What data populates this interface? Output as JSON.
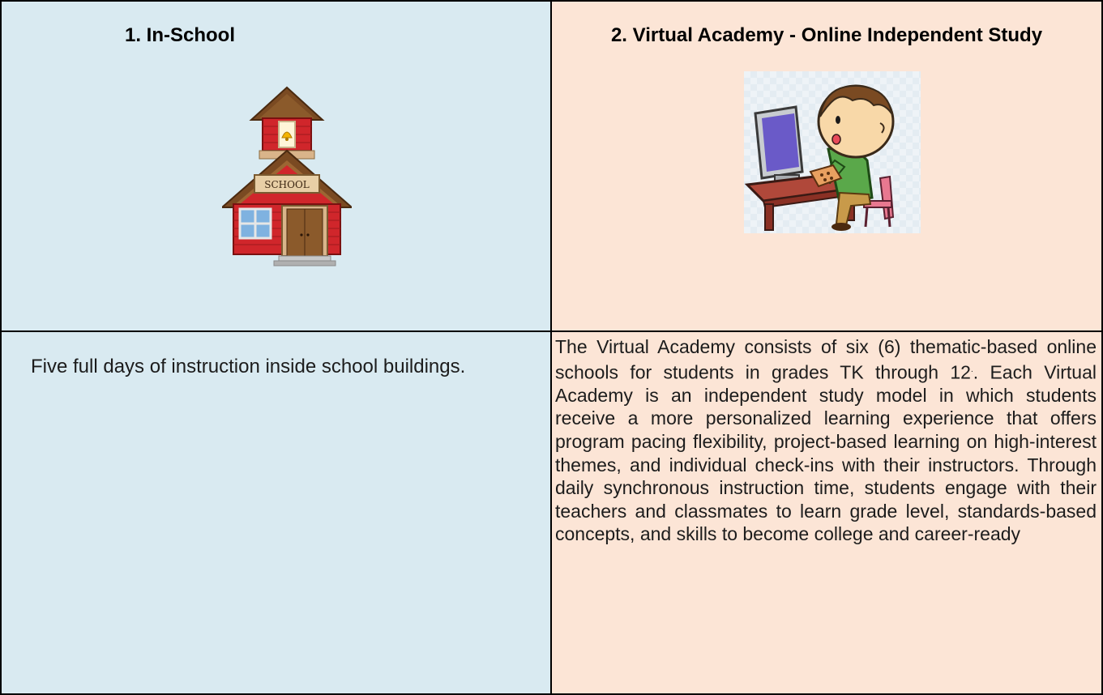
{
  "columns": [
    {
      "heading": "1. In-School",
      "illustration_icon": "schoolhouse-icon",
      "illustration_sign": "SCHOOL",
      "description": "Five full days of instruction inside school buildings.",
      "background": "#d9eaf1"
    },
    {
      "heading": "2. Virtual Academy - Online Independent Study",
      "illustration_icon": "child-at-computer-icon",
      "description_part1": "The Virtual Academy consists of six (6) thematic-based online schools for students in grades TK through 12",
      "description_mark": ".",
      "description_part2": ". Each Virtual Academy is an independent study model in which students receive a more personalized learning experience that offers program pacing flexibility, project-based learning on high-interest themes, and individual check-ins with their instructors. Through daily synchronous instruction time, students engage with their teachers and classmates to learn grade level, standards-based concepts, and skills to become college and career-ready",
      "background": "#fce5d6"
    }
  ],
  "colors": {
    "border": "#000000",
    "text": "#1c1c1c"
  }
}
